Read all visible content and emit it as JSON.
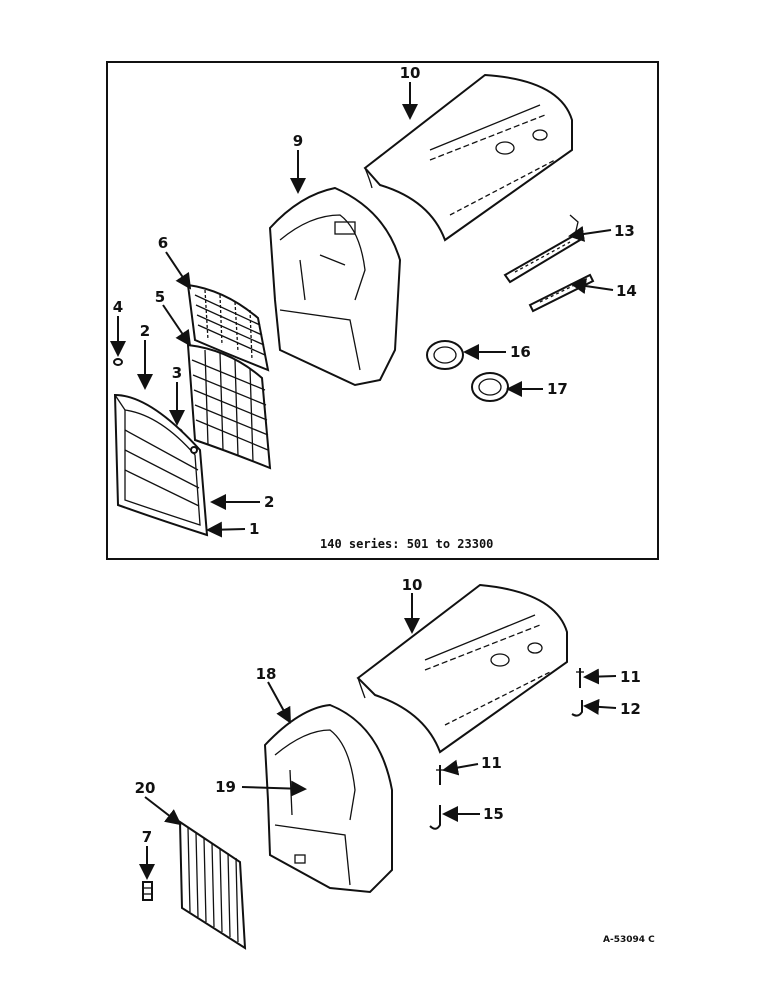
{
  "upper_caption": "140 series: 501 to 23300",
  "drawing_code": "A-53094 C",
  "upper_callouts": [
    "10",
    "9",
    "13",
    "14",
    "6",
    "5",
    "4",
    "2",
    "3",
    "16",
    "17",
    "2",
    "1"
  ],
  "lower_callouts": [
    "10",
    "11",
    "12",
    "18",
    "11",
    "19",
    "15",
    "20",
    "7"
  ]
}
